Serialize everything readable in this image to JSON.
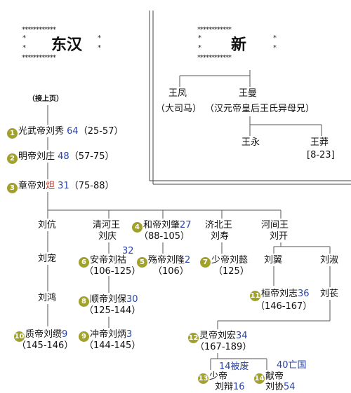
{
  "dynasty_left": "东汉",
  "dynasty_right": "新",
  "star_row": "************",
  "star_col": "*",
  "continued": "（接上页）",
  "wang_feng": {
    "name": "王凤",
    "note": "（大司马）"
  },
  "wang_man": {
    "name": "王曼",
    "note": "（汉元帝皇后王氏异母兄）"
  },
  "wang_yong": "王永",
  "wang_mang": {
    "name": "王莽",
    "years": "[8-23]"
  },
  "emperors": [
    {
      "badge": "1",
      "name": "光武帝刘秀",
      "num": "64",
      "years": "（25-57）"
    },
    {
      "badge": "2",
      "name": "明帝刘庄",
      "num": "48",
      "years": "（57-75）"
    },
    {
      "badge": "3",
      "name_a": "章帝刘",
      "name_b": "炟",
      "num": "31",
      "years": "（75-88）"
    }
  ],
  "branches": {
    "liu_kang": "刘伉",
    "liu_chong": "刘宠",
    "liu_hong": "刘鸿",
    "qinghe_wang": "清河王",
    "liu_qing": "刘庆",
    "jibei_wang": "济北王",
    "liu_shou": "刘寿",
    "hejian_wang": "河间王",
    "liu_kai": "刘开",
    "liu_yi": "刘翼",
    "liu_shu": "刘淑",
    "liu_chang": "刘苌"
  },
  "emp4": {
    "badge": "4",
    "name": "和帝刘肇",
    "num": "27",
    "years": "（88-105）"
  },
  "emp5": {
    "badge": "5",
    "name": "殇帝刘隆",
    "num": "2",
    "years": "（106）"
  },
  "emp6": {
    "badge": "6",
    "name": "安帝刘祜",
    "num": "32",
    "years": "（106-125）"
  },
  "emp7": {
    "badge": "7",
    "name": "少帝刘懿",
    "years": "（125）"
  },
  "emp8": {
    "badge": "8",
    "name": "顺帝刘保",
    "num": "30",
    "years": "（125-144）"
  },
  "emp9": {
    "badge": "9",
    "name": "冲帝刘炳",
    "num": "3",
    "years": "（144-145）"
  },
  "emp10": {
    "badge": "10",
    "name": "质帝刘缵",
    "num": "9",
    "years": "（145-146）"
  },
  "emp11": {
    "badge": "11",
    "name": "桓帝刘志",
    "num": "36",
    "years": "（146-167）"
  },
  "emp12": {
    "badge": "12",
    "name": "灵帝刘宏",
    "num": "34",
    "years": "（167-189）"
  },
  "emp13": {
    "badge": "13",
    "name": "少帝",
    "name2": "刘辩",
    "num": "16",
    "note": "14被废"
  },
  "emp14": {
    "badge": "14",
    "name": "献帝",
    "name2": "刘协",
    "num": "54",
    "note": "40亡国"
  },
  "colors": {
    "badge": "#a2a22a",
    "number": "#2a45a8",
    "highlight": "#c0392b"
  }
}
